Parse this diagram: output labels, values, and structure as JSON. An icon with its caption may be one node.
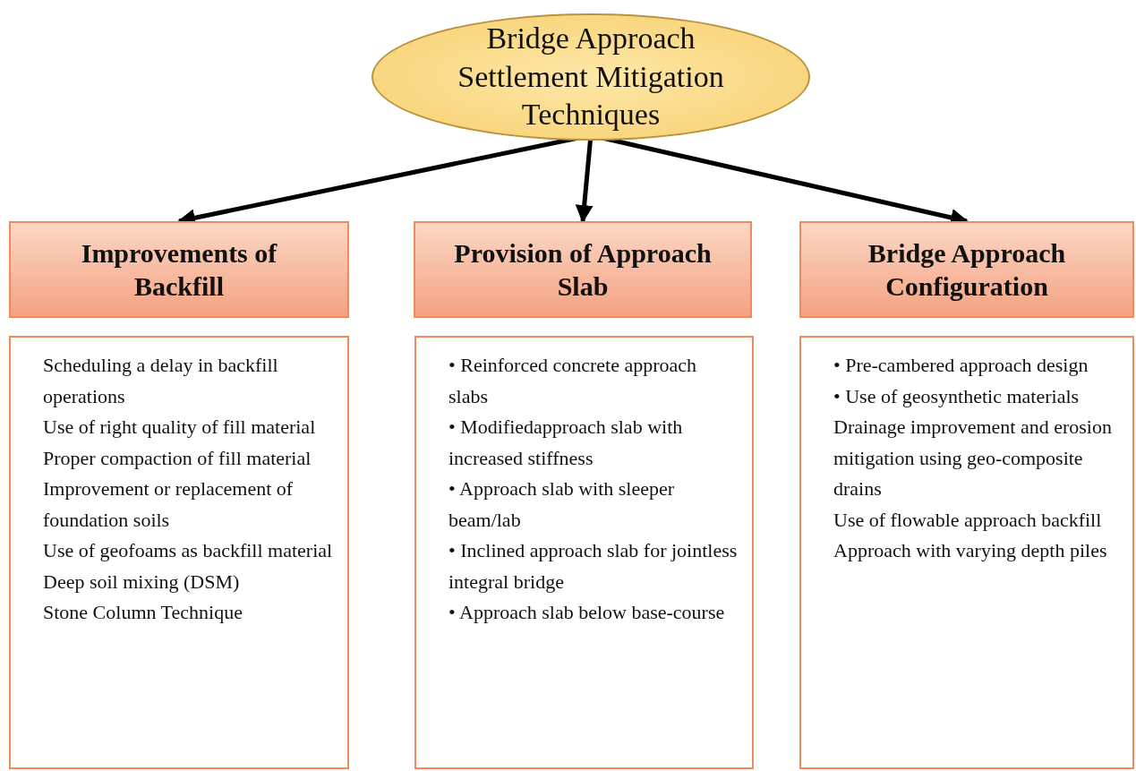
{
  "diagram": {
    "nodes": [
      {
        "text": [
          "Bridge Approach Settlement Mitigation Techniques"
        ]
      },
      {
        "text": [
          "Improvements of Backfill"
        ]
      },
      {
        "text": [
          "Provision of Approach Slab"
        ]
      },
      {
        "text": [
          "Bridge Approach Configuration"
        ]
      },
      {
        "text": [
          "Scheduling a delay in backfill operations",
          "Use of right quality of fill material",
          "Proper compaction of fill material",
          "Improvement or replacement of foundation soils",
          "Use of geofoams as backfill material",
          "Deep soil mixing (DSM)",
          "Stone Column Technique"
        ]
      },
      {
        "text": [
          "• Reinforced concrete approach slabs",
          "• Modifiedapproach slab with increased stiffness",
          "• Approach slab with sleeper beam/lab",
          "• Inclined approach slab for jointless integral bridge",
          "• Approach slab below base-course"
        ]
      },
      {
        "text": [
          "• Pre-cambered approach design",
          "• Use of geosynthetic materials",
          "Drainage improvement and erosion mitigation using geo-composite drains",
          "Use of flowable approach backfill",
          "Approach with varying depth piles"
        ]
      }
    ],
    "edges": [
      {
        "from": 0,
        "to": 1,
        "arrow": "to"
      },
      {
        "from": 0,
        "to": 2,
        "arrow": "to"
      },
      {
        "from": 0,
        "to": 3,
        "arrow": "to"
      }
    ]
  }
}
